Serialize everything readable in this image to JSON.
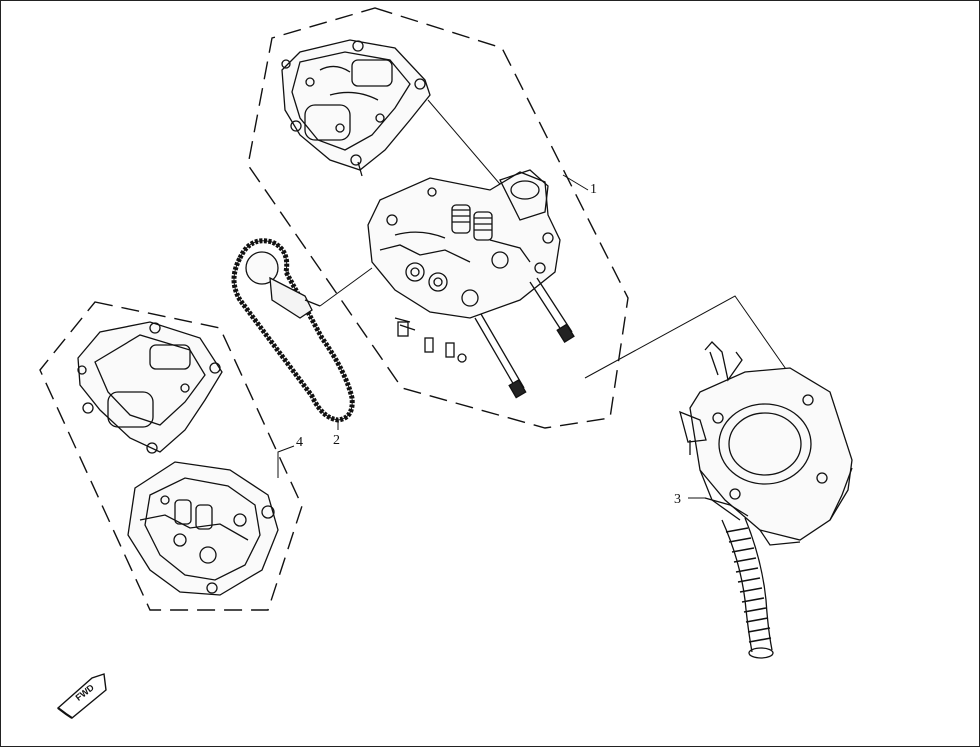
{
  "callouts": {
    "c1": "1",
    "c2": "2",
    "c3": "3",
    "c4": "4"
  },
  "direction_badge": {
    "label": "FWD",
    "icon": "forward-arrow-icon"
  },
  "colors": {
    "line": "#111111",
    "background": "#ffffff"
  }
}
